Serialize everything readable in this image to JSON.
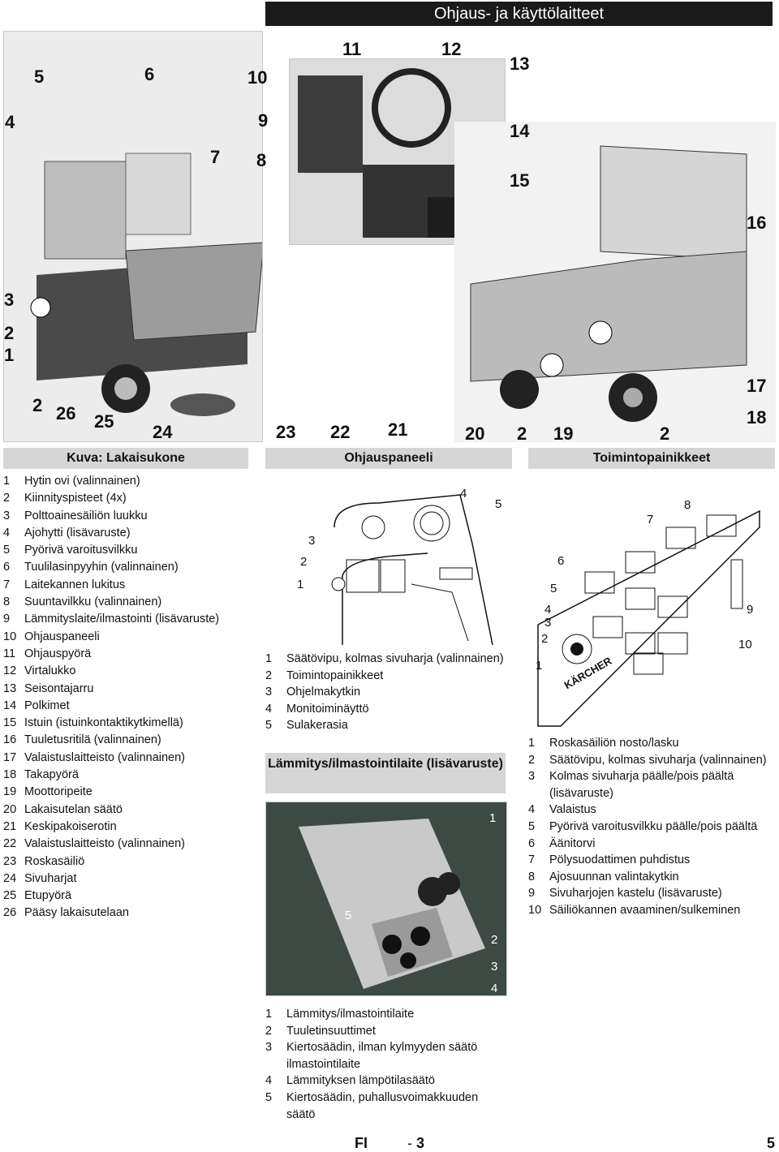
{
  "header": {
    "title": "Ohjaus- ja käyttölaitteet"
  },
  "figure_callouts": [
    "5",
    "6",
    "4",
    "7",
    "8",
    "3",
    "2",
    "1",
    "2",
    "26",
    "25",
    "24",
    "10",
    "9",
    "11",
    "12",
    "13",
    "14",
    "15",
    "16",
    "17",
    "18",
    "23",
    "22",
    "21",
    "20",
    "2",
    "19",
    "2"
  ],
  "sections": {
    "machine": {
      "heading": "Kuva: Lakaisukone",
      "items": [
        {
          "num": "1",
          "text": "Hytin ovi (valinnainen)"
        },
        {
          "num": "2",
          "text": "Kiinnityspisteet (4x)"
        },
        {
          "num": "3",
          "text": "Polttoainesäiliön luukku"
        },
        {
          "num": "4",
          "text": "Ajohytti (lisävaruste)"
        },
        {
          "num": "5",
          "text": "Pyörivä varoitusvilkku"
        },
        {
          "num": "6",
          "text": "Tuulilasinpyyhin (valinnainen)"
        },
        {
          "num": "7",
          "text": "Laitekannen lukitus"
        },
        {
          "num": "8",
          "text": "Suuntavilkku (valinnainen)"
        },
        {
          "num": "9",
          "text": "Lämmityslaite/ilmastointi (lisävaruste)"
        },
        {
          "num": "10",
          "text": "Ohjauspaneeli"
        },
        {
          "num": "11",
          "text": "Ohjauspyörä"
        },
        {
          "num": "12",
          "text": "Virtalukko"
        },
        {
          "num": "13",
          "text": "Seisontajarru"
        },
        {
          "num": "14",
          "text": "Polkimet"
        },
        {
          "num": "15",
          "text": "Istuin (istuinkontaktikytkimellä)"
        },
        {
          "num": "16",
          "text": "Tuuletusritilä (valinnainen)"
        },
        {
          "num": "17",
          "text": "Valaistuslaitteisto (valinnainen)"
        },
        {
          "num": "18",
          "text": "Takapyörä"
        },
        {
          "num": "19",
          "text": "Moottoripeite"
        },
        {
          "num": "20",
          "text": "Lakaisutelan säätö"
        },
        {
          "num": "21",
          "text": "Keskipakoiserotin"
        },
        {
          "num": "22",
          "text": "Valaistuslaitteisto (valinnainen)"
        },
        {
          "num": "23",
          "text": "Roskasäiliö"
        },
        {
          "num": "24",
          "text": "Sivuharjat"
        },
        {
          "num": "25",
          "text": "Etupyörä"
        },
        {
          "num": "26",
          "text": "Pääsy lakaisutelaan"
        }
      ]
    },
    "panel": {
      "heading": "Ohjauspaneeli",
      "diagram_labels": [
        "4",
        "5",
        "3",
        "2",
        "1"
      ],
      "items": [
        {
          "num": "1",
          "text": "Säätövipu, kolmas sivuharja (valinnainen)"
        },
        {
          "num": "2",
          "text": "Toimintopainikkeet"
        },
        {
          "num": "3",
          "text": "Ohjelmakytkin"
        },
        {
          "num": "4",
          "text": "Monitoiminäyttö"
        },
        {
          "num": "5",
          "text": "Sulakerasia"
        }
      ]
    },
    "heating": {
      "heading": "Lämmitys/ilmastointilaite (lisävaruste)",
      "photo_labels": [
        "1",
        "5",
        "2",
        "3",
        "4"
      ],
      "items": [
        {
          "num": "1",
          "text": "Lämmitys/ilmastointilaite"
        },
        {
          "num": "2",
          "text": "Tuuletinsuuttimet"
        },
        {
          "num": "3",
          "text": "Kiertosäädin, ilman kylmyyden säätö ilmastointilaite"
        },
        {
          "num": "4",
          "text": "Lämmityksen lämpötilasäätö"
        },
        {
          "num": "5",
          "text": "Kiertosäädin, puhallusvoimakkuuden säätö"
        }
      ]
    },
    "buttons": {
      "heading": "Toimintopainikkeet",
      "diagram_labels": [
        "8",
        "7",
        "6",
        "5",
        "4",
        "3",
        "2",
        "1",
        "9",
        "10"
      ],
      "brand": "KÄRCHER",
      "items": [
        {
          "num": "1",
          "text": "Roskasäiliön nosto/lasku"
        },
        {
          "num": "2",
          "text": "Säätövipu, kolmas sivuharja (valinnainen)"
        },
        {
          "num": "3",
          "text": "Kolmas sivuharja päälle/pois päältä (lisävaruste)"
        },
        {
          "num": "4",
          "text": "Valaistus"
        },
        {
          "num": "5",
          "text": "Pyörivä varoitusvilkku päälle/pois päältä"
        },
        {
          "num": "6",
          "text": "Äänitorvi"
        },
        {
          "num": "7",
          "text": "Pölysuodattimen puhdistus"
        },
        {
          "num": "8",
          "text": "Ajosuunnan valintakytkin"
        },
        {
          "num": "9",
          "text": "Sivuharjojen kastelu (lisävaruste)"
        },
        {
          "num": "10",
          "text": "Säiliökannen avaaminen/sulkeminen"
        }
      ]
    }
  },
  "footer": {
    "lang": "FI",
    "page_prefix": "- ",
    "page": "3",
    "page_total": "5"
  }
}
